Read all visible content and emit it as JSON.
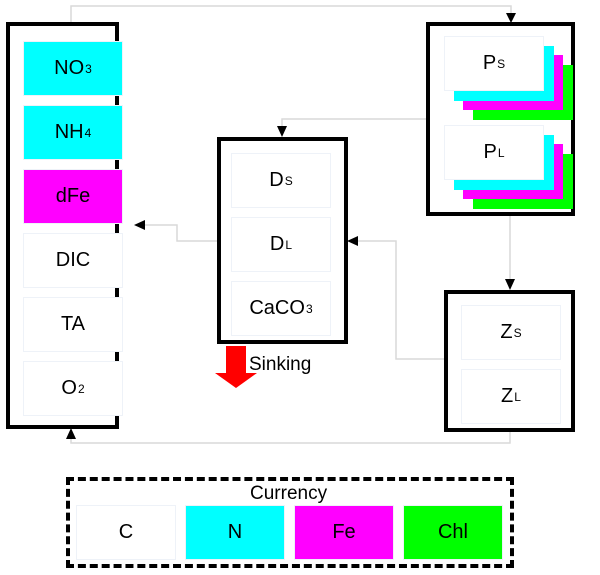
{
  "colors": {
    "white": "#ffffff",
    "cyan": "#00ffff",
    "magenta": "#ff00ff",
    "green": "#00ff00",
    "red": "#ff0000",
    "connector": "#d9d9d9"
  },
  "nutrients_box": {
    "items": [
      {
        "label": "NO",
        "sub": "3",
        "color": "#00ffff"
      },
      {
        "label": "NH",
        "sub": "4",
        "color": "#00ffff"
      },
      {
        "label": "dFe",
        "sub": "",
        "color": "#ff00ff"
      },
      {
        "label": "DIC",
        "sub": "",
        "color": "#ffffff"
      },
      {
        "label": "TA",
        "sub": "",
        "color": "#ffffff"
      },
      {
        "label": "O",
        "sub": "2",
        "color": "#ffffff"
      }
    ]
  },
  "detritus_box": {
    "items": [
      {
        "label": "D",
        "sub": "S"
      },
      {
        "label": "D",
        "sub": "L"
      },
      {
        "label": "CaCO",
        "sub": "3"
      }
    ],
    "sinking_label": "Sinking"
  },
  "phyto_box": {
    "items": [
      {
        "label": "P",
        "sub": "S"
      },
      {
        "label": "P",
        "sub": "L"
      }
    ],
    "layer_colors": [
      "#00ff00",
      "#ff00ff",
      "#00ffff",
      "#ffffff"
    ]
  },
  "zoo_box": {
    "items": [
      {
        "label": "Z",
        "sub": "S"
      },
      {
        "label": "Z",
        "sub": "L"
      }
    ]
  },
  "legend": {
    "title": "Currency",
    "items": [
      {
        "label": "C",
        "color": "#ffffff"
      },
      {
        "label": "N",
        "color": "#00ffff"
      },
      {
        "label": "Fe",
        "color": "#ff00ff"
      },
      {
        "label": "Chl",
        "color": "#00ff00"
      }
    ]
  }
}
